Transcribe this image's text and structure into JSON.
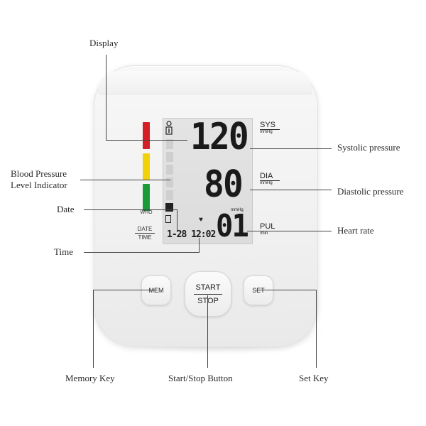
{
  "callouts": {
    "display": "Display",
    "bp_level_line1": "Blood Pressure",
    "bp_level_line2": "Level Indicator",
    "date": "Date",
    "time": "Time",
    "systolic": "Systolic pressure",
    "diastolic": "Diastolic pressure",
    "heart_rate": "Heart rate",
    "memory_key": "Memory Key",
    "start_stop": "Start/Stop Button",
    "set_key": "Set Key"
  },
  "device": {
    "who_label": "WHO",
    "date_label": "DATE",
    "time_label": "TIME",
    "level_colors": [
      "#d41f26",
      "#f1d20a",
      "#1b9a3a"
    ]
  },
  "lcd": {
    "sys_value": "120",
    "dia_value": "80",
    "pul_value": "01",
    "datetime_value": "1-28 12:02",
    "mmhg_small": "mmHg",
    "heart_symbol": "♥"
  },
  "units": {
    "sys_label": "SYS",
    "sys_unit": "mmHg",
    "dia_label": "DIA",
    "dia_unit": "mmHg",
    "pul_label": "PUL",
    "pul_unit": "/min"
  },
  "buttons": {
    "mem": "MEM",
    "start": "START",
    "stop": "STOP",
    "set": "SET"
  }
}
